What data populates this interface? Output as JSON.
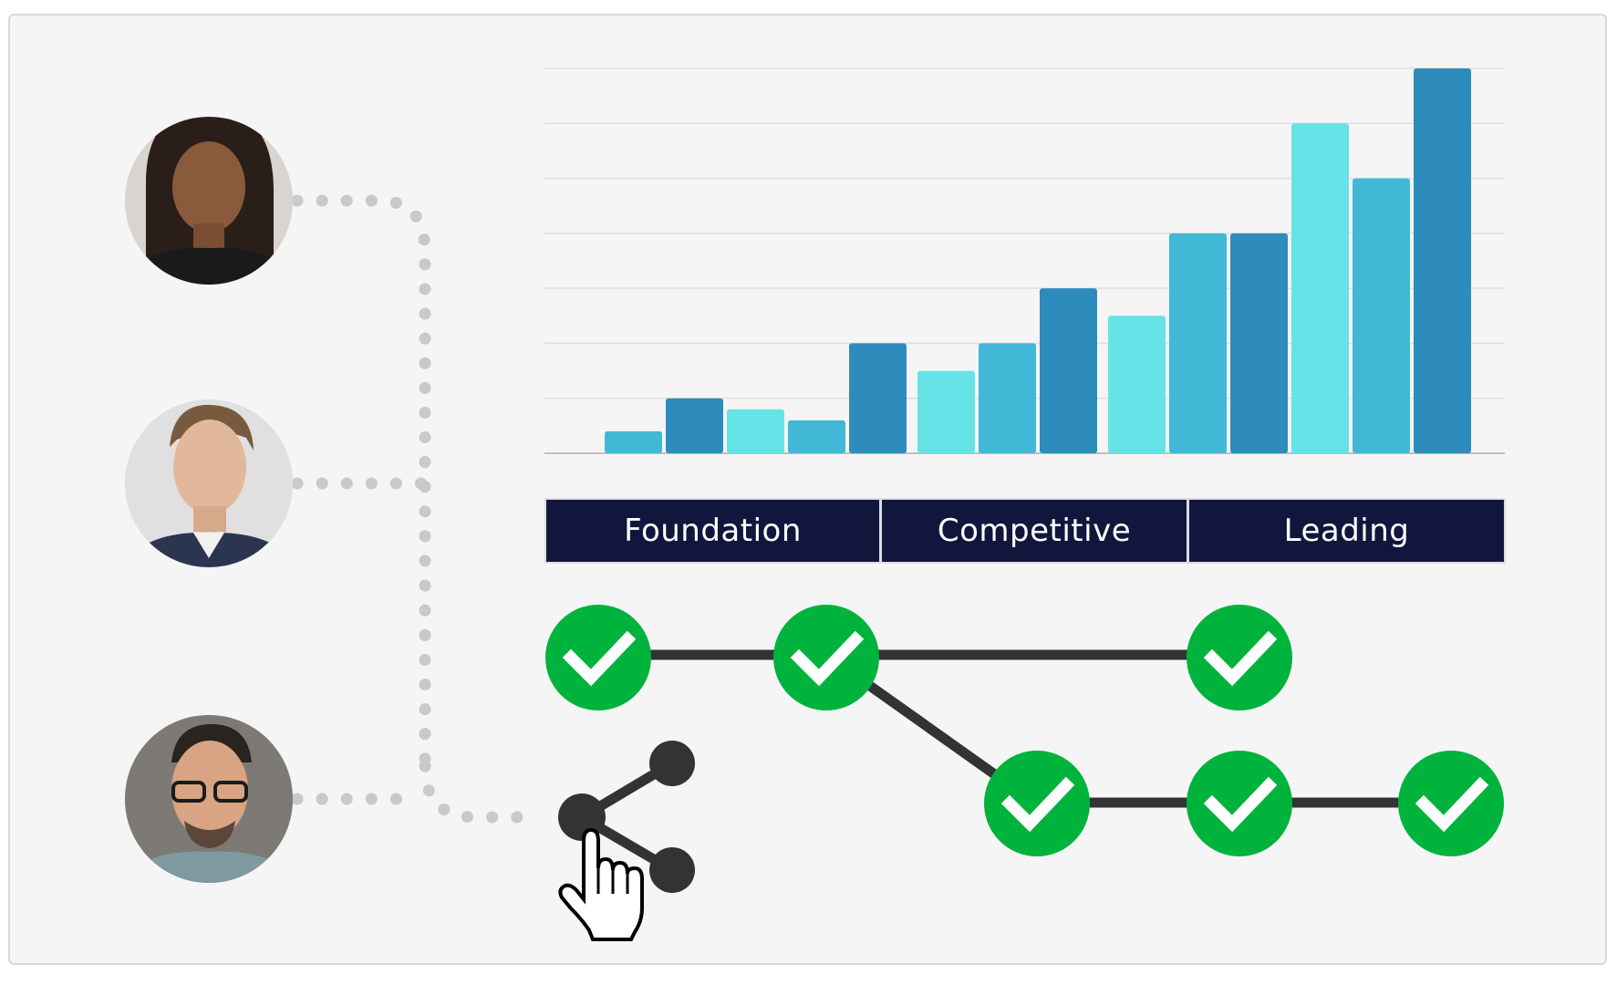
{
  "chart_data": {
    "type": "bar",
    "groups": [
      {
        "name": "Foundation",
        "bars": [
          {
            "value": 0.4,
            "tone": "mid"
          },
          {
            "value": 1.0,
            "tone": "dark"
          },
          {
            "value": 0.8,
            "tone": "light"
          },
          {
            "value": 0.6,
            "tone": "mid"
          },
          {
            "value": 2.0,
            "tone": "dark"
          }
        ]
      },
      {
        "name": "Competitive",
        "bars": [
          {
            "value": 1.5,
            "tone": "light"
          },
          {
            "value": 2.0,
            "tone": "mid"
          },
          {
            "value": 3.0,
            "tone": "dark"
          }
        ]
      },
      {
        "name": "Leading",
        "bars": [
          {
            "value": 2.5,
            "tone": "light"
          },
          {
            "value": 4.0,
            "tone": "mid"
          },
          {
            "value": 4.0,
            "tone": "dark"
          },
          {
            "value": 6.0,
            "tone": "light"
          },
          {
            "value": 5.0,
            "tone": "mid"
          },
          {
            "value": 7.0,
            "tone": "dark"
          }
        ]
      }
    ],
    "ylim": [
      0,
      7
    ],
    "grid": true,
    "colors": {
      "light": "#66e3e6",
      "mid": "#41b8d6",
      "dark": "#2e8cbd"
    }
  },
  "tiers": {
    "foundation": "Foundation",
    "competitive": "Competitive",
    "leading": "Leading"
  },
  "pathway": {
    "top_row_checks": 3,
    "bottom_row_checks": 3,
    "check_color": "#00b33c",
    "line_color": "#333333"
  },
  "people": [
    {
      "name": "person-1-avatar"
    },
    {
      "name": "person-2-avatar"
    },
    {
      "name": "person-3-avatar"
    }
  ],
  "colors": {
    "tier_bar": "#11163d",
    "connector_dots": "#c9c9c9",
    "background": "#f5f5f5"
  }
}
